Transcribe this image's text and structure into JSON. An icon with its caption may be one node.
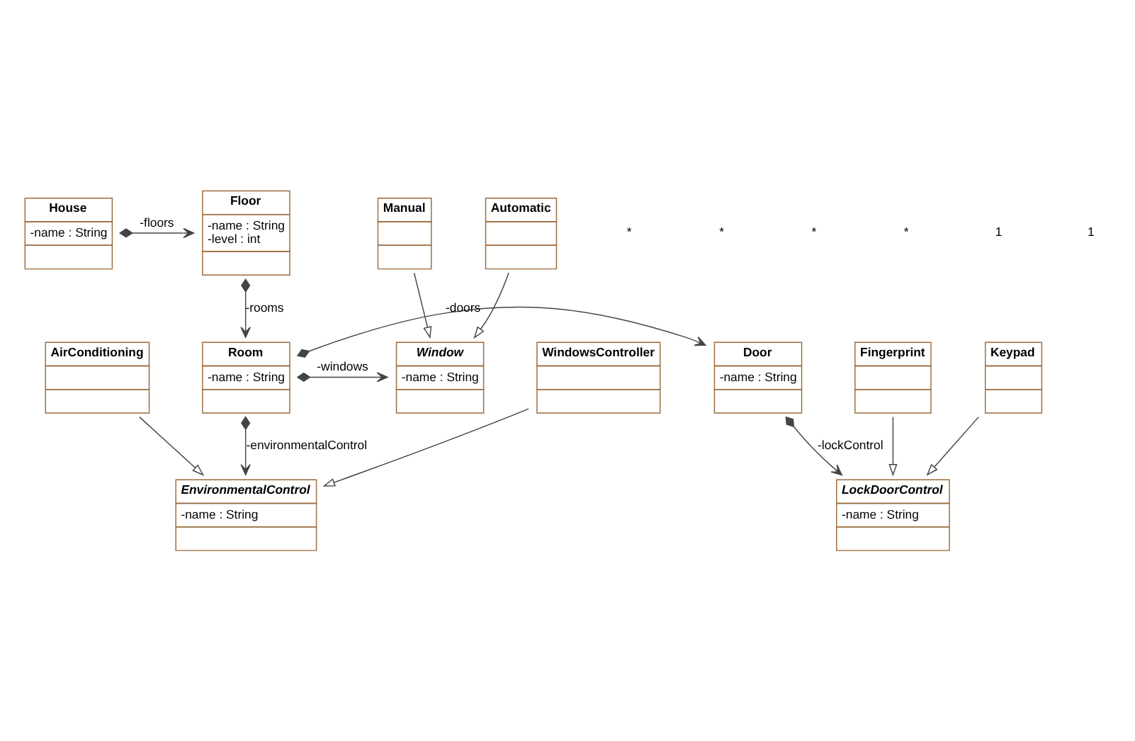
{
  "diagram": {
    "nodes": [
      {
        "text": [
          "House",
          "-name : String"
        ]
      },
      {
        "text": [
          "Floor",
          "-name : String",
          "-level : int"
        ]
      },
      {
        "text": [
          "Window",
          "-name : String"
        ]
      },
      {
        "text": [
          "Room",
          "-name : String"
        ]
      },
      {
        "text": [
          "Door",
          "-name : String"
        ]
      },
      {
        "text": [
          "Automatic"
        ]
      },
      {
        "text": [
          "Manual"
        ]
      },
      {
        "text": [
          "EnvironmentalControl",
          "-name : String"
        ]
      },
      {
        "text": [
          "LockDoorControl",
          "-name : String"
        ]
      },
      {
        "text": [
          "WindowsController"
        ]
      },
      {
        "text": [
          "AirConditioning"
        ]
      },
      {
        "text": [
          "Fingerprint"
        ]
      },
      {
        "text": [
          "Keypad"
        ]
      }
    ],
    "edges": [
      {
        "from": 0,
        "to": 1,
        "arrow": "to",
        "label": "-floors"
      },
      {
        "from": 1,
        "to": 3,
        "arrow": "to",
        "label": "-rooms"
      },
      {
        "from": 3,
        "to": 2,
        "arrow": "to",
        "label": "-windows"
      },
      {
        "from": 3,
        "to": 4,
        "arrow": "to",
        "label": "-doors"
      },
      {
        "from": 3,
        "to": 7,
        "arrow": "to",
        "label": "-environmentalControl"
      },
      {
        "from": 4,
        "to": 8,
        "arrow": "to",
        "label": "-lockControl"
      },
      {
        "from": 5,
        "to": 2,
        "arrow": "to"
      },
      {
        "from": 6,
        "to": 2,
        "arrow": "to"
      },
      {
        "from": 9,
        "to": 7,
        "arrow": "to"
      },
      {
        "from": 10,
        "to": 7,
        "arrow": "to"
      },
      {
        "from": 11,
        "to": 8,
        "arrow": "to"
      },
      {
        "from": 12,
        "to": 8,
        "arrow": "to"
      }
    ],
    "labels": [
      "*",
      "*",
      "*",
      "*",
      "1",
      "1"
    ]
  }
}
